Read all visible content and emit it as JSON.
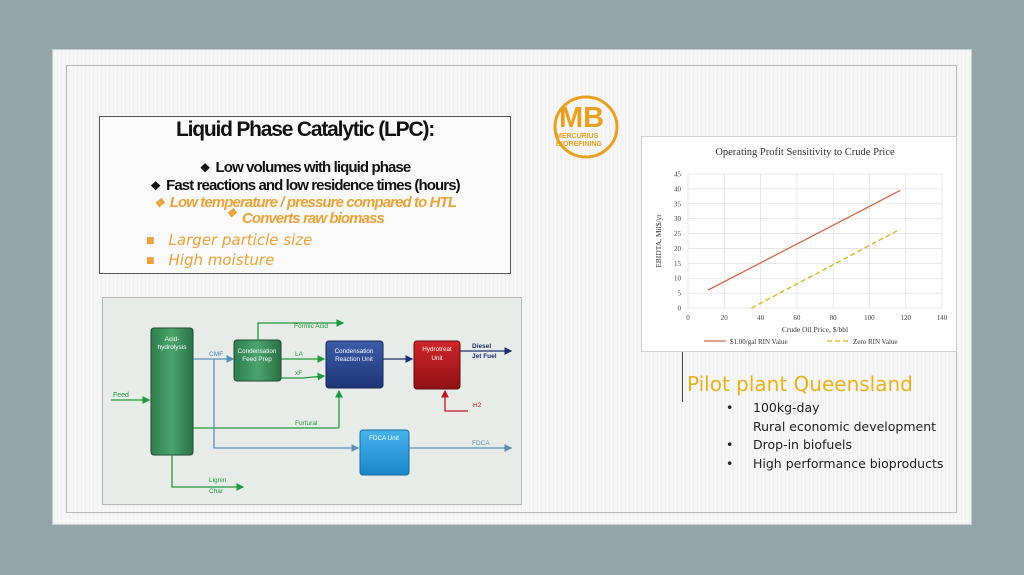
{
  "heading": {
    "title": "Liquid Phase Catalytic (LPC):",
    "bullets": [
      "Low volumes with liquid phase",
      "Fast reactions and low residence times (hours)",
      "Low temperature / pressure compared to HTL",
      "Converts raw biomass"
    ],
    "sub_bullets": [
      "Larger particle size",
      "High moisture"
    ]
  },
  "logo": {
    "letters": "MB",
    "line1": "MERCURIUS",
    "line2": "BIOREFINING"
  },
  "flow_diagram": {
    "feed": "Feed",
    "acid_unit": [
      "Acid-",
      "hydrolysis"
    ],
    "cmf": "CMF",
    "formic": "Formic Acid",
    "cond_prep": [
      "Condensation",
      "Feed Prep"
    ],
    "la": "LA",
    "xf": "xF",
    "cond_react": [
      "Condensation",
      "Reaction Unit"
    ],
    "hydro": [
      "Hydrotreat",
      "Unit"
    ],
    "diesel": [
      "Diesel",
      "Jet Fuel"
    ],
    "h2": "H2",
    "furfural": "Furfural",
    "fdca_unit": "FDCA Unit",
    "fdca": "FDCA",
    "lignin": [
      "Lignin",
      "Char"
    ]
  },
  "chart_data": {
    "type": "line",
    "title": "Operating Profit Sensitivity to Crude Price",
    "xlabel": "Crude Oil Price, $/bbl",
    "ylabel": "EBIDTA, Mil$/yr",
    "xlim": [
      0,
      140
    ],
    "ylim": [
      0,
      45
    ],
    "xticks": [
      0,
      20,
      40,
      60,
      80,
      100,
      120,
      140
    ],
    "yticks": [
      0,
      5,
      10,
      15,
      20,
      25,
      30,
      35,
      40,
      45
    ],
    "grid": true,
    "legend_position": "bottom",
    "series": [
      {
        "name": "$1.00/gal RIN Value",
        "color": "#d2694a",
        "dash": false,
        "x": [
          11,
          117
        ],
        "y": [
          6,
          39.5
        ]
      },
      {
        "name": "Zero RIN Value",
        "color": "#d4b21c",
        "dash": true,
        "x": [
          35,
          117
        ],
        "y": [
          0,
          26.5
        ]
      }
    ]
  },
  "pilot": {
    "title": "Pilot plant  Queensland",
    "items": [
      {
        "bullet": "•",
        "text": "100kg-day"
      },
      {
        "bullet": "",
        "text": "Rural economic development"
      },
      {
        "bullet": "•",
        "text": "Drop-in biofuels"
      },
      {
        "bullet": "•",
        "text": "High performance bioproducts"
      }
    ]
  }
}
